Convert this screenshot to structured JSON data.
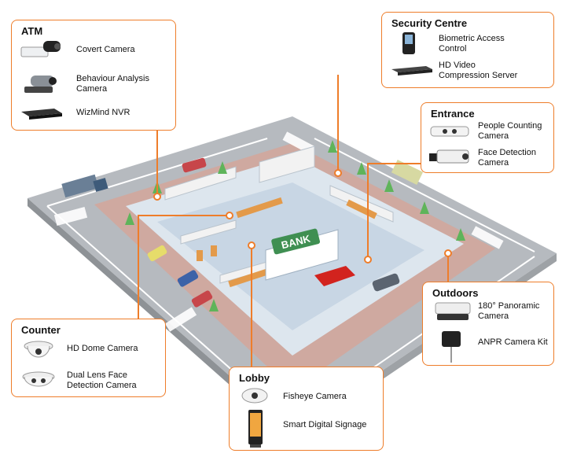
{
  "colors": {
    "accent": "#ee7d2a",
    "road": "#b6babf",
    "floor": "#c8d6e4",
    "bank_green": "#3f8f52"
  },
  "cards": {
    "atm": {
      "title": "ATM",
      "items": [
        "Covert Camera",
        "Behaviour Analysis\nCamera",
        "WizMind NVR"
      ],
      "icons": [
        "covert-camera-icon",
        "behaviour-analysis-camera-icon",
        "nvr-icon"
      ]
    },
    "security": {
      "title": "Security Centre",
      "items": [
        "Biometric Access\nControl",
        "HD Video\nCompression Server"
      ],
      "icons": [
        "biometric-access-control-icon",
        "compression-server-icon"
      ]
    },
    "entrance": {
      "title": "Entrance",
      "items": [
        "People Counting\nCamera",
        "Face Detection\nCamera"
      ],
      "icons": [
        "people-counting-camera-icon",
        "face-detection-camera-icon"
      ]
    },
    "outdoors": {
      "title": "Outdoors",
      "items": [
        "180° Panoramic\nCamera",
        "ANPR Camera Kit"
      ],
      "icons": [
        "panoramic-camera-icon",
        "anpr-camera-kit-icon"
      ]
    },
    "counter": {
      "title": "Counter",
      "items": [
        "HD Dome Camera",
        "Dual Lens Face\nDetection Camera"
      ],
      "icons": [
        "dome-camera-icon",
        "dual-lens-camera-icon"
      ]
    },
    "lobby": {
      "title": "Lobby",
      "items": [
        "Fisheye Camera",
        "Smart Digital Signage"
      ],
      "icons": [
        "fisheye-camera-icon",
        "digital-signage-icon"
      ]
    }
  },
  "building": {
    "sign": "BANK"
  }
}
